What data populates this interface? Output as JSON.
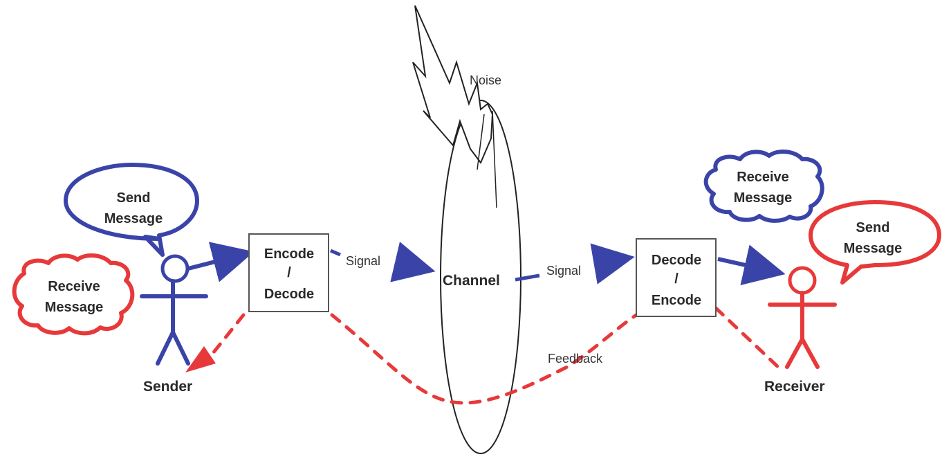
{
  "colors": {
    "blue": "#3a44a8",
    "red": "#e8393a",
    "text": "#2a2a2a",
    "box_border": "#555555",
    "shape_border": "#222222"
  },
  "sender": {
    "label": "Sender",
    "send_bubble": [
      "Send",
      "Message"
    ],
    "receive_cloud": [
      "Receive",
      "Message"
    ]
  },
  "receiver": {
    "label": "Receiver",
    "send_bubble": [
      "Send",
      "Message"
    ],
    "receive_cloud": [
      "Receive",
      "Message"
    ]
  },
  "encoder_box": {
    "lines": [
      "Encode",
      "/",
      "Decode"
    ]
  },
  "decoder_box": {
    "lines": [
      "Decode",
      "/",
      "Encode"
    ]
  },
  "channel": {
    "label": "Channel"
  },
  "noise": {
    "label": "Noise"
  },
  "signal_left": {
    "label": "Signal"
  },
  "signal_right": {
    "label": "Signal"
  },
  "feedback": {
    "label": "Feedback"
  }
}
